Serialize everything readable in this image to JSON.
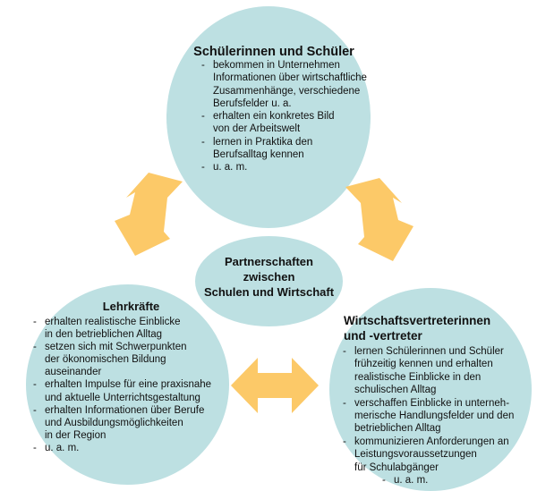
{
  "ui": {
    "bullet_marker": "-"
  },
  "colors": {
    "node_fill": "#bde0e2",
    "arrow_fill": "#fcc968",
    "text": "#111111"
  },
  "center": {
    "label": "Partnerschaften\nzwischen\nSchulen und Wirtschaft"
  },
  "nodes": {
    "students": {
      "title": "Schülerinnen und Schüler",
      "bullets": [
        "bekommen in Unternehmen\nInformationen über wirtschaftliche\nZusammenhänge, verschiedene\nBerufsfelder u. a.",
        "erhalten ein konkretes Bild\nvon der Arbeitswelt",
        "lernen in Praktika den\nBerufsalltag kennen",
        "u. a. m."
      ]
    },
    "teachers": {
      "title": "Lehrkräfte",
      "bullets": [
        "erhalten realistische Einblicke\nin den betrieblichen Alltag",
        "setzen sich mit Schwerpunkten\nder ökonomischen Bildung\nauseinander",
        "erhalten Impulse für eine praxisnahe\nund aktuelle Unterrichtsgestaltung",
        "erhalten Informationen über Berufe\nund Ausbildungsmöglichkeiten\nin der Region",
        "u. a. m."
      ]
    },
    "business": {
      "title": "Wirtschaftsvertreterinnen\nund -vertreter",
      "bullets": [
        "lernen Schülerinnen und Schüler\nfrühzeitig kennen und erhalten\nrealistische Einblicke in den\nschulischen Alltag",
        "verschaffen Einblicke in unterneh-\nmerische Handlungsfelder und den\nbetrieblichen Alltag",
        "kommunizieren Anforderungen an\nLeistungsvoraussetzungen\nfür Schulabgänger",
        "u. a. m."
      ]
    }
  }
}
